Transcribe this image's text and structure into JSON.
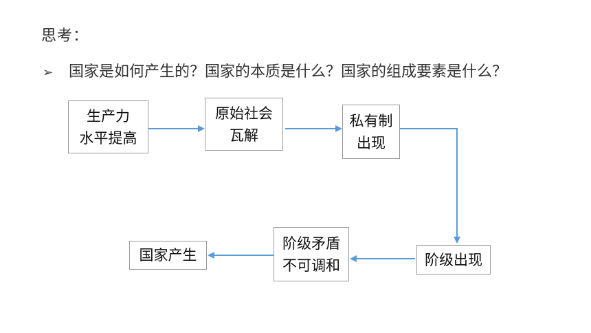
{
  "heading": "思考：",
  "question": {
    "bullet": "➢",
    "text": "国家是如何产生的？国家的本质是什么？国家的组成要素是什么？"
  },
  "flow": {
    "arrow_color": "#5b9bd5",
    "box_border_color": "#9a9a9a",
    "nodes": {
      "productivity": {
        "line1": "生产力",
        "line2": "水平提高"
      },
      "primitive_society": {
        "line1": "原始社会",
        "line2": "瓦解"
      },
      "private_ownership": {
        "line1": "私有制",
        "line2": "出现"
      },
      "classes": {
        "line1": "阶级出现"
      },
      "contradiction": {
        "line1": "阶级矛盾",
        "line2": "不可调和"
      },
      "state": {
        "line1": "国家产生"
      }
    }
  }
}
